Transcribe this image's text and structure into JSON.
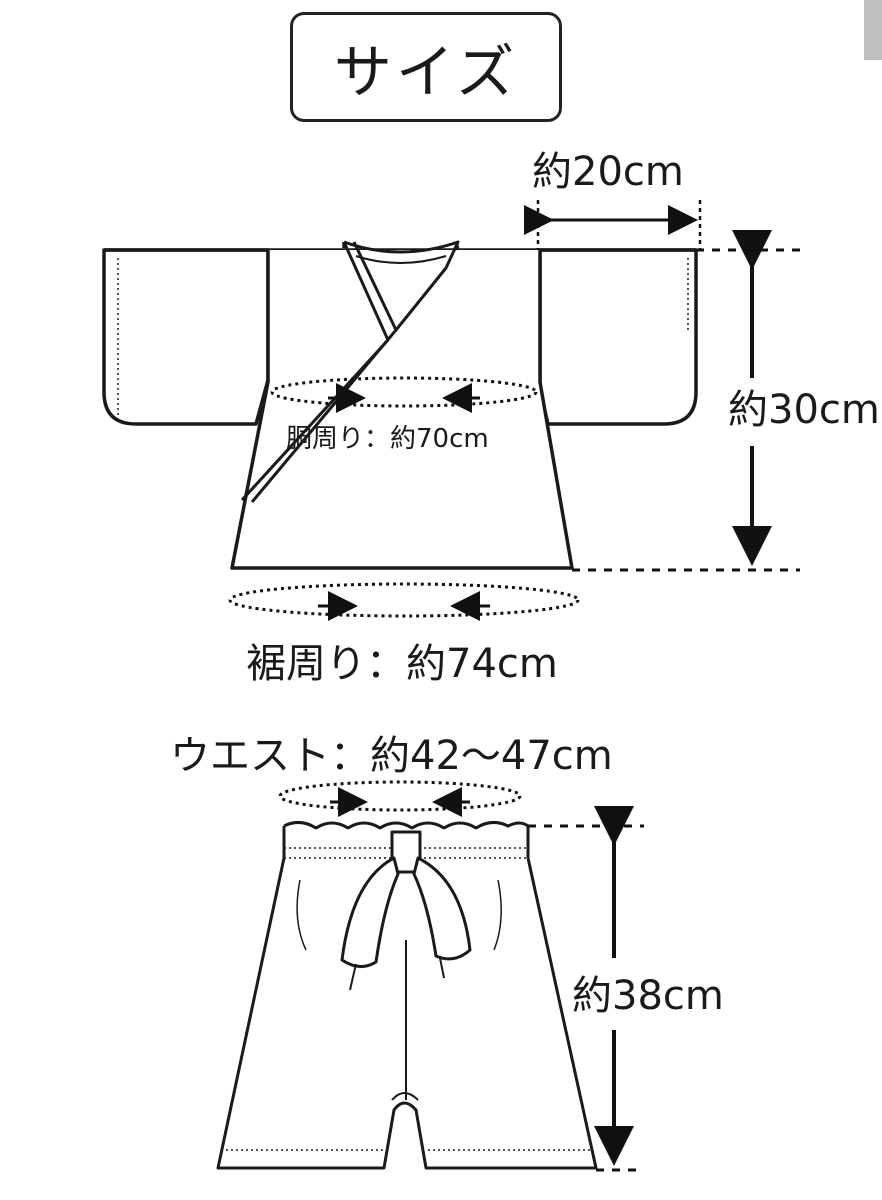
{
  "title": "サイズ",
  "top": {
    "sleeve_length": "約20cm",
    "length": "約30cm",
    "chest": "胴周り：約70cm",
    "hem": "裾周り：約74cm"
  },
  "pants": {
    "waist": "ウエスト：約42〜47cm",
    "length": "約38cm"
  }
}
